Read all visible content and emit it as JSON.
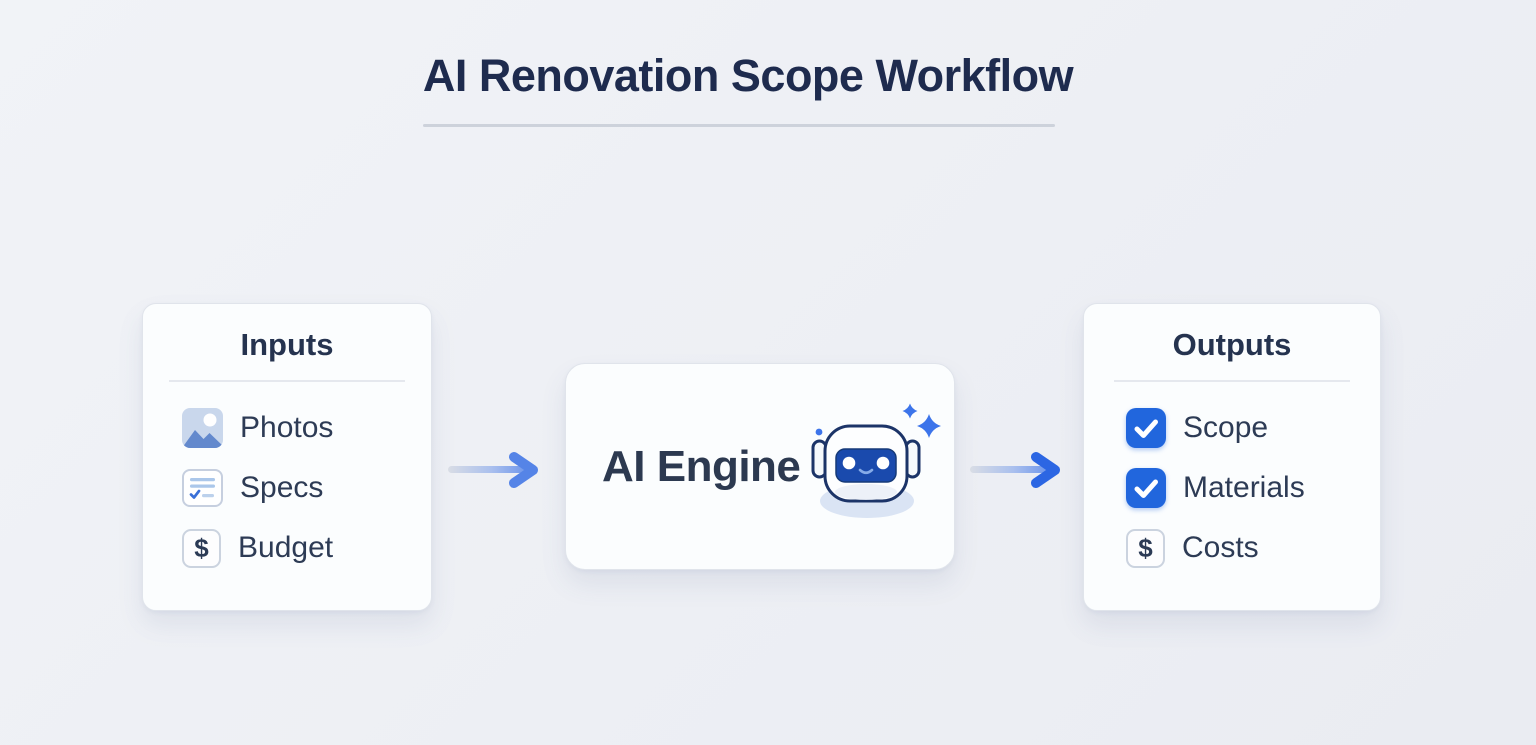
{
  "page": {
    "title": "AI Renovation Scope Workflow"
  },
  "glyphs": {
    "dollar": "$"
  },
  "colors": {
    "background": "#edeff4",
    "card_background": "#fbfdfe",
    "title_text": "#1e2b4e",
    "body_text": "#2d3b55",
    "checkbox_blue": "#2166dd",
    "arrow_blue_light": "#5584e7",
    "arrow_blue_dark": "#2c66e3",
    "robot_outline_navy": "#1c3468",
    "robot_visor_blue": "#1a4aad",
    "sparkle_blue": "#3c74ea",
    "photo_icon_bg": "#c9d7ec",
    "photo_icon_mountain": "#6389cd"
  },
  "inputs_card": {
    "title": "Inputs",
    "items": [
      {
        "label": "Photos",
        "icon": "photo-icon"
      },
      {
        "label": "Specs",
        "icon": "spec-document-icon"
      },
      {
        "label": "Budget",
        "icon": "dollar-icon"
      }
    ]
  },
  "engine_card": {
    "title": "AI Engine",
    "icon": "robot-icon"
  },
  "outputs_card": {
    "title": "Outputs",
    "items": [
      {
        "label": "Scope",
        "icon": "checkbox-checked-icon"
      },
      {
        "label": "Materials",
        "icon": "checkbox-checked-icon"
      },
      {
        "label": "Costs",
        "icon": "dollar-icon"
      }
    ]
  }
}
